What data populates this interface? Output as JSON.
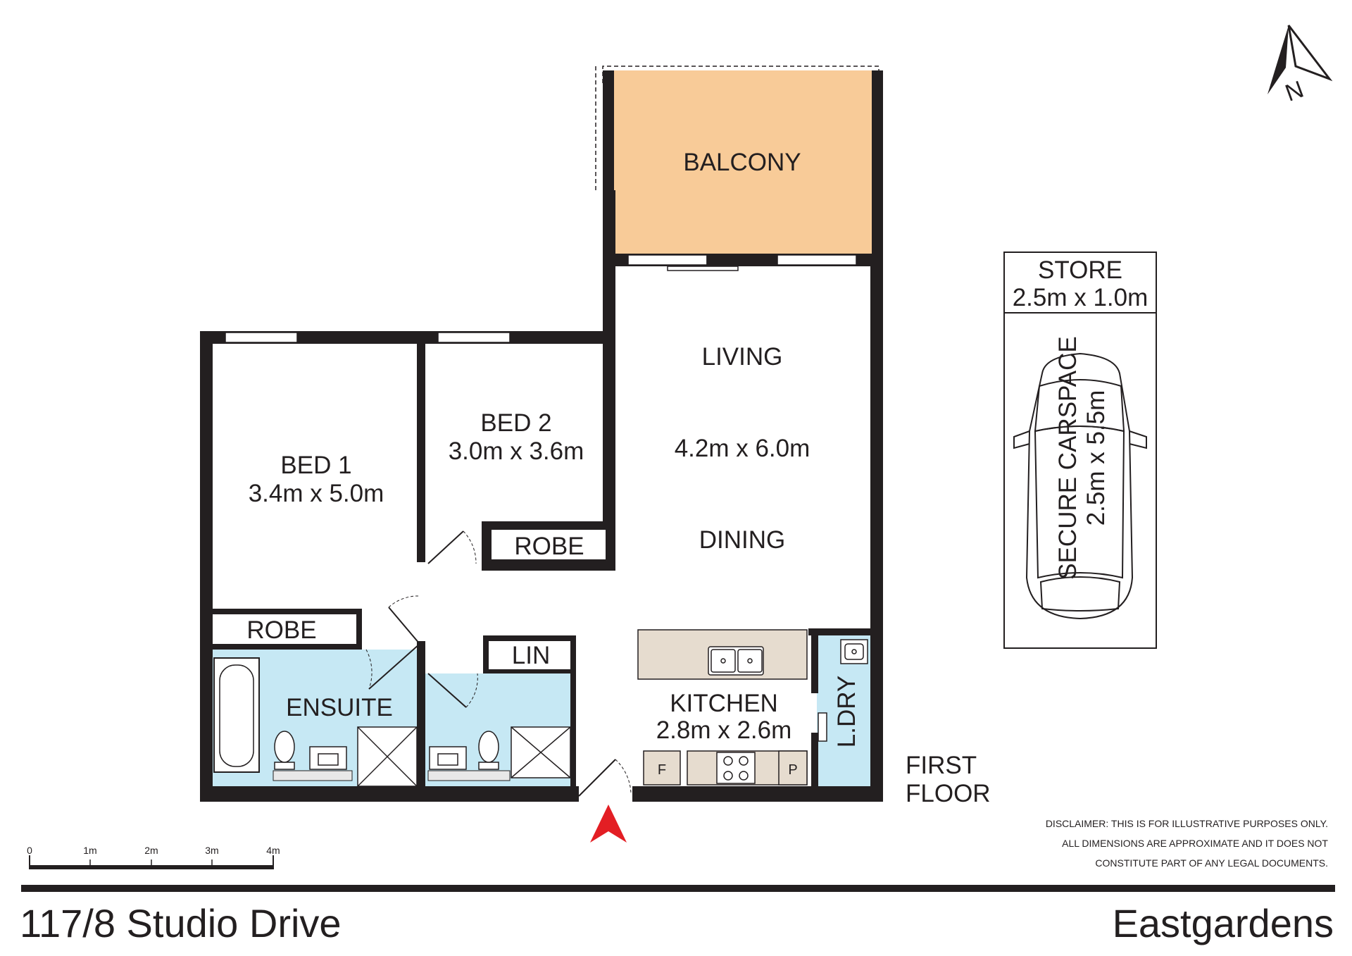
{
  "rooms": {
    "balcony": {
      "name": "BALCONY"
    },
    "living": {
      "name": "LIVING",
      "dims": "4.2m x 6.0m"
    },
    "dining": {
      "name": "DINING"
    },
    "bed1": {
      "name": "BED 1",
      "dims": "3.4m x 5.0m"
    },
    "bed2": {
      "name": "BED 2",
      "dims": "3.0m x 3.6m"
    },
    "robe1": {
      "name": "ROBE"
    },
    "robe2": {
      "name": "ROBE"
    },
    "ensuite": {
      "name": "ENSUITE"
    },
    "lin": {
      "name": "LIN"
    },
    "kitchen": {
      "name": "KITCHEN",
      "dims": "2.8m x 2.6m"
    },
    "laundry": {
      "name": "L.DRY"
    },
    "fridge": {
      "label": "F"
    },
    "pantry": {
      "label": "P"
    }
  },
  "store": {
    "name": "STORE",
    "dims": "2.5m x 1.0m"
  },
  "carspace": {
    "name": "SECURE CARSPACE",
    "dims": "2.5m x 5.5m"
  },
  "floor_label": {
    "line1": "FIRST",
    "line2": "FLOOR"
  },
  "compass": {
    "label": "N"
  },
  "scale": {
    "ticks": [
      "0",
      "1m",
      "2m",
      "3m",
      "4m"
    ]
  },
  "disclaimer": {
    "line1": "DISCLAIMER: THIS IS FOR ILLUSTRATIVE PURPOSES ONLY.",
    "line2": "ALL DIMENSIONS ARE APPROXIMATE AND IT DOES NOT",
    "line3": "CONSTITUTE PART OF ANY LEGAL DOCUMENTS."
  },
  "footer": {
    "address": "117/8 Studio Drive",
    "suburb": "Eastgardens"
  },
  "colors": {
    "wall": "#231f20",
    "balcony": "#f8cb98",
    "wet_area": "#c6e8f4",
    "bench": "#e6dccf",
    "entry_arrow": "#e31e24"
  }
}
